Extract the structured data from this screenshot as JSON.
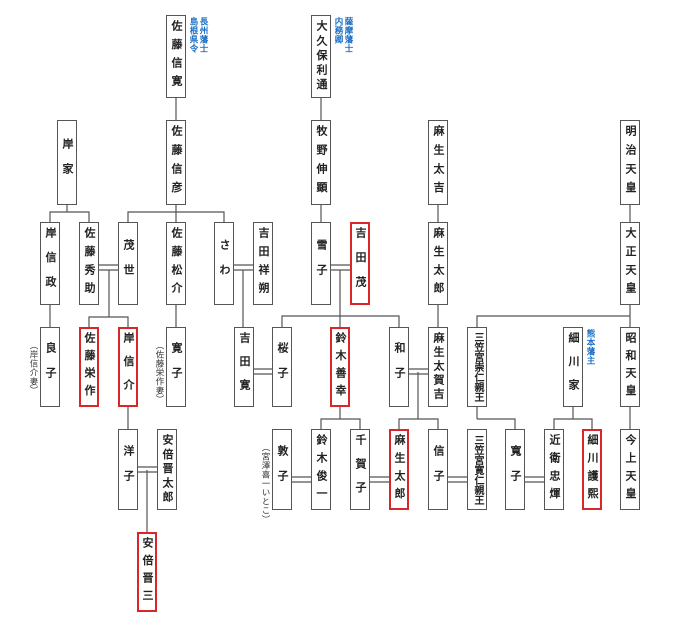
{
  "title": "Family tree of Japanese prime ministers and related families",
  "colors": {
    "highlight": "#d9262b",
    "note_blue": "#1b6fc4",
    "line": "#555555"
  },
  "persons": [
    {
      "name": "佐藤信寛",
      "note": "長州藩士\n島根県令"
    },
    {
      "name": "大久保利通",
      "note": "薩摩藩士\n内務卿"
    },
    {
      "name": "岸家"
    },
    {
      "name": "佐藤信彦"
    },
    {
      "name": "牧野伸顕"
    },
    {
      "name": "麻生太吉"
    },
    {
      "name": "明治天皇"
    },
    {
      "name": "岸信政"
    },
    {
      "name": "佐藤秀助"
    },
    {
      "name": "茂世"
    },
    {
      "name": "佐藤松介"
    },
    {
      "name": "さわ"
    },
    {
      "name": "吉田祥朔"
    },
    {
      "name": "雪子"
    },
    {
      "name": "吉田茂",
      "highlighted": true
    },
    {
      "name": "麻生太郎"
    },
    {
      "name": "大正天皇"
    },
    {
      "name": "良子",
      "note": "（岸信介妻）"
    },
    {
      "name": "佐藤栄作",
      "highlighted": true
    },
    {
      "name": "岸信介",
      "highlighted": true
    },
    {
      "name": "寛子",
      "note": "（佐藤栄作妻）"
    },
    {
      "name": "吉田寛"
    },
    {
      "name": "桜子"
    },
    {
      "name": "鈴木善幸",
      "highlighted": true
    },
    {
      "name": "和子"
    },
    {
      "name": "麻生太賀吉"
    },
    {
      "name": "三笠宮崇仁親王"
    },
    {
      "name": "細川家",
      "note": "熊本藩主"
    },
    {
      "name": "昭和天皇"
    },
    {
      "name": "洋子"
    },
    {
      "name": "安倍晋太郎"
    },
    {
      "name": "敦子",
      "note": "（宮澤喜一いとこ）"
    },
    {
      "name": "鈴木俊一"
    },
    {
      "name": "千賀子"
    },
    {
      "name": "麻生太郎",
      "highlighted": true
    },
    {
      "name": "信子"
    },
    {
      "name": "三笠宮寛仁親王"
    },
    {
      "name": "寬子"
    },
    {
      "name": "近衛忠煇"
    },
    {
      "name": "細川護熙",
      "highlighted": true
    },
    {
      "name": "今上天皇"
    },
    {
      "name": "安倍晋三",
      "highlighted": true
    }
  ]
}
